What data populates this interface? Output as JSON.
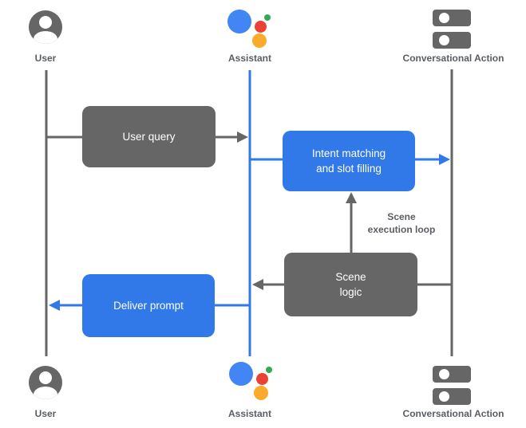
{
  "colors": {
    "gray": "#666666",
    "blue": "#3178e8",
    "label_text": "#5a5e63",
    "box_text": "#ffffff",
    "logo_blue": "#4285f4",
    "logo_red": "#ea4335",
    "logo_green": "#34a853",
    "logo_yellow": "#fbab2b"
  },
  "actors": {
    "top": {
      "user": "User",
      "assistant": "Assistant",
      "conversational_action": "Conversational Action"
    },
    "bottom": {
      "user": "User",
      "assistant": "Assistant",
      "conversational_action": "Conversational Action"
    }
  },
  "boxes": {
    "user_query": {
      "label": "User query"
    },
    "intent_matching": {
      "line1": "Intent matching",
      "line2": "and slot filling"
    },
    "scene_logic": {
      "line1": "Scene",
      "line2": "logic"
    },
    "deliver_prompt": {
      "label": "Deliver prompt"
    }
  },
  "annotation": {
    "line1": "Scene",
    "line2": "execution loop"
  }
}
